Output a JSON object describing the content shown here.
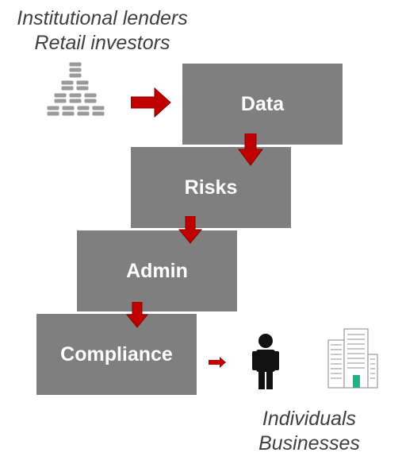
{
  "sources": {
    "line1": "Institutional lenders",
    "line2": "Retail investors"
  },
  "steps": [
    {
      "label": "Data"
    },
    {
      "label": "Risks"
    },
    {
      "label": "Admin"
    },
    {
      "label": "Compliance"
    }
  ],
  "recipients": {
    "line1": "Individuals",
    "line2": "Businesses"
  },
  "colors": {
    "box": "#7f7f7f",
    "arrow": "#c00000",
    "text": "#3f3f3f",
    "building_accent": "#1fb38a"
  },
  "icons": [
    "coin-stack-icon",
    "person-icon",
    "buildings-icon"
  ]
}
